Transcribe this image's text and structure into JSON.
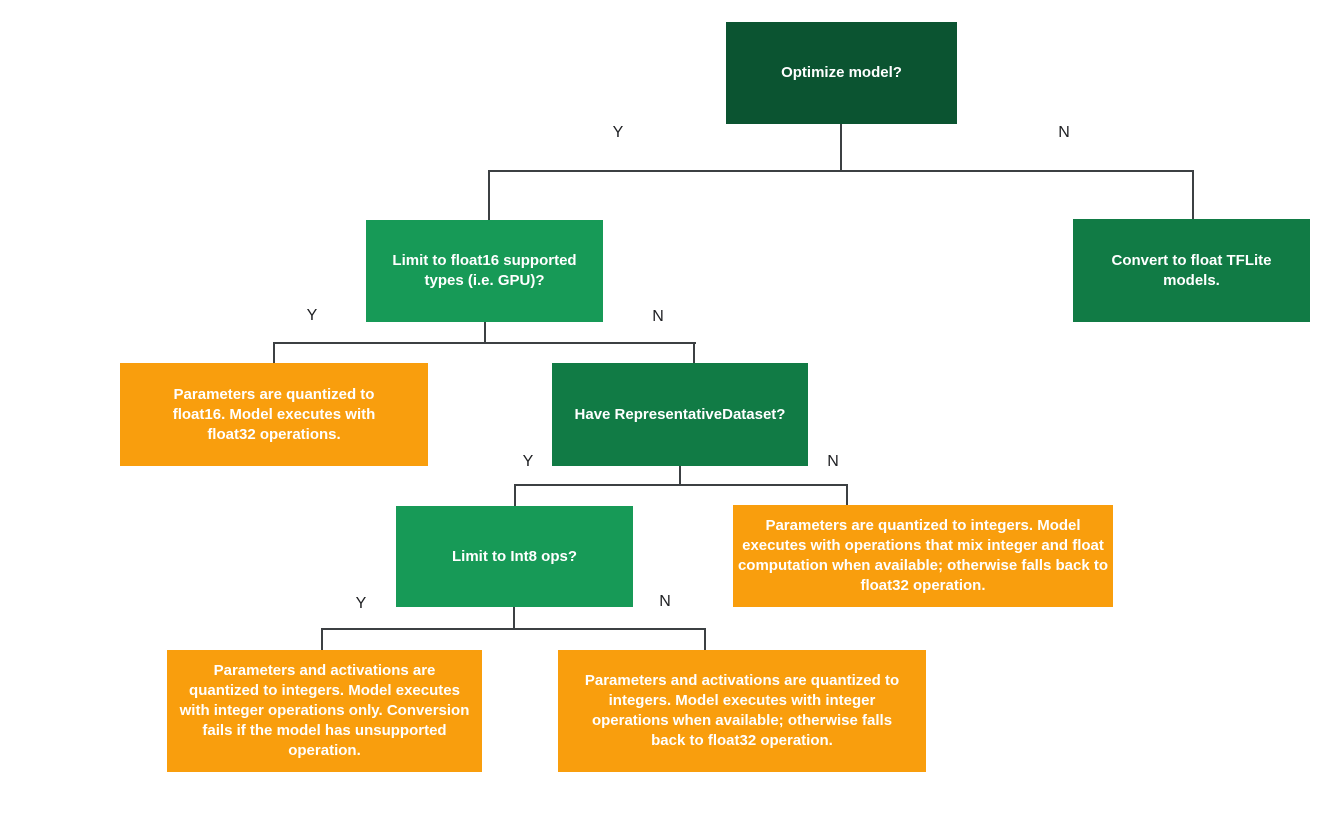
{
  "diagram_type": "decision-flowchart",
  "colors": {
    "dark_green": "#0B5431",
    "green": "#117B45",
    "light_green": "#179A57",
    "orange": "#F99E0D",
    "line": "#3C4043",
    "branch_label": "#202124",
    "background": "#FFFFFF"
  },
  "branch_labels": {
    "yes": "Y",
    "no": "N"
  },
  "nodes": {
    "optimize": {
      "label": "Optimize model?"
    },
    "limit_float16": {
      "label": "Limit to float16 supported types (i.e. GPU)?"
    },
    "convert_float": {
      "label": "Convert to float TFLite models."
    },
    "float16_result": {
      "label": "Parameters are quantized to float16. Model executes with float32 operations."
    },
    "have_dataset": {
      "label": "Have RepresentativeDataset?"
    },
    "limit_int8": {
      "label": "Limit to Int8 ops?"
    },
    "mixed_result": {
      "label": "Parameters are quantized to integers. Model executes with operations that mix integer and float computation when available; otherwise falls back to float32 operation."
    },
    "int_only_result": {
      "label": "Parameters and activations are quantized to integers. Model executes with integer operations only. Conversion fails if the model has unsupported operation."
    },
    "int_fallback_result": {
      "label": "Parameters and activations are quantized to integers. Model executes with integer operations when available; otherwise falls back to float32 operation."
    }
  },
  "edges": [
    {
      "from": "optimize",
      "to": "limit_float16",
      "label": "Y"
    },
    {
      "from": "optimize",
      "to": "convert_float",
      "label": "N"
    },
    {
      "from": "limit_float16",
      "to": "float16_result",
      "label": "Y"
    },
    {
      "from": "limit_float16",
      "to": "have_dataset",
      "label": "N"
    },
    {
      "from": "have_dataset",
      "to": "limit_int8",
      "label": "Y"
    },
    {
      "from": "have_dataset",
      "to": "mixed_result",
      "label": "N"
    },
    {
      "from": "limit_int8",
      "to": "int_only_result",
      "label": "Y"
    },
    {
      "from": "limit_int8",
      "to": "int_fallback_result",
      "label": "N"
    }
  ]
}
